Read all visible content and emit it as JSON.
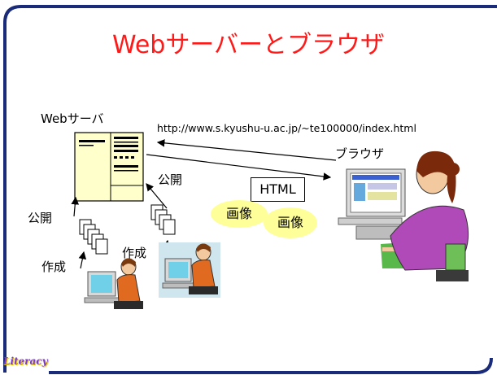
{
  "slide": {
    "title": "Webサーバーとブラウザ",
    "labels": {
      "server": "Webサーバ",
      "url": "http://www.s.kyushu-u.ac.jp/~te100000/index.html",
      "browser": "ブラウザ",
      "publish_right": "公開",
      "publish_left": "公開",
      "create_right": "作成",
      "create_left": "作成",
      "html": "HTML",
      "image1": "画像",
      "image2": "画像"
    },
    "logo": "Literacy"
  },
  "colors": {
    "title": "#ff1a1a",
    "frame": "#1a2b7a",
    "oval": "#ffff99",
    "server": "#ffffcc",
    "logo": "#7a3cc8"
  },
  "icons": [
    "server-icon",
    "document-stack-icon",
    "person-computer-icon",
    "browser-user-icon",
    "arrow-icon"
  ]
}
